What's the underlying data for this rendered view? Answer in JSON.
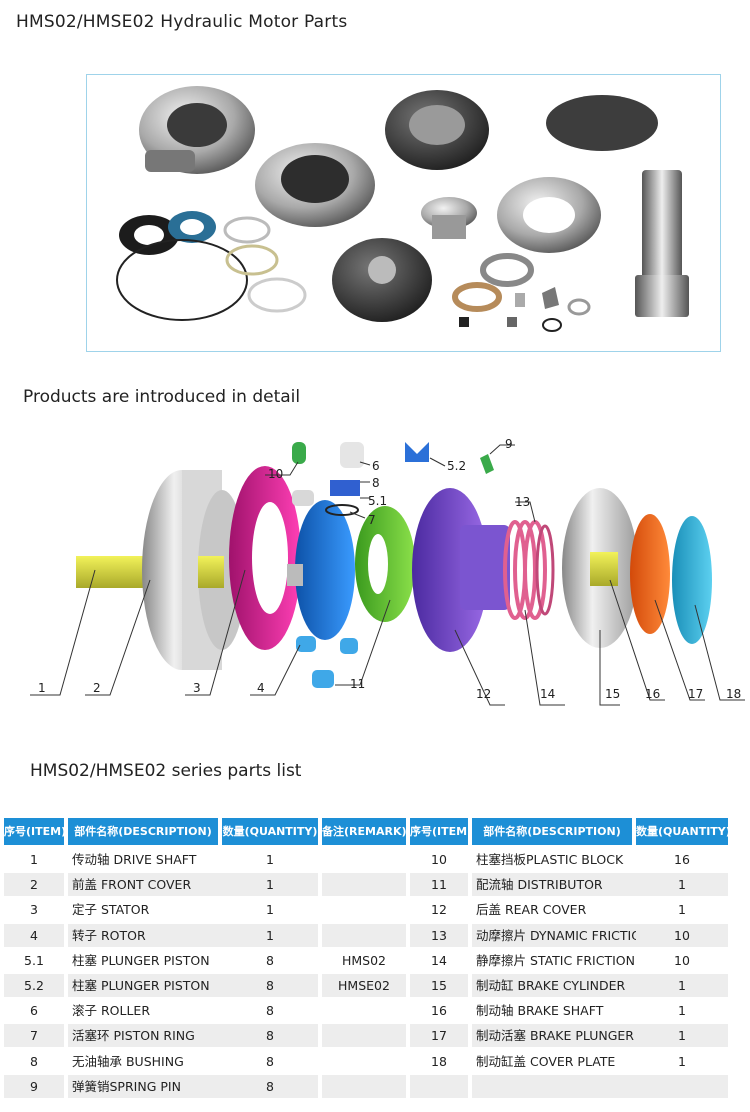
{
  "title": "HMS02/HMSE02 Hydraulic Motor Parts",
  "section_detail": "Products are introduced in detail",
  "section_list": "HMS02/HMSE02 series parts list",
  "diagram_labels": {
    "l1": "1",
    "l2": "2",
    "l3": "3",
    "l4": "4",
    "l5_1": "5.1",
    "l5_2": "5.2",
    "l6": "6",
    "l7": "7",
    "l8": "8",
    "l9": "9",
    "l10": "10",
    "l11": "11",
    "l12": "12",
    "l13": "13",
    "l14": "14",
    "l15": "15",
    "l16": "16",
    "l17": "17",
    "l18": "18"
  },
  "table": {
    "headers": [
      "序号(ITEM)",
      "部件名称(DESCRIPTION)",
      "数量(QUANTITY)",
      "备注(REMARK)",
      "序号(ITEM)",
      "部件名称(DESCRIPTION)",
      "数量(QUANTITY)"
    ],
    "left": [
      {
        "item": "1",
        "desc": "传动轴 DRIVE SHAFT",
        "qty": "1",
        "remark": ""
      },
      {
        "item": "2",
        "desc": "前盖 FRONT COVER",
        "qty": "1",
        "remark": ""
      },
      {
        "item": "3",
        "desc": "定子 STATOR",
        "qty": "1",
        "remark": ""
      },
      {
        "item": "4",
        "desc": "转子 ROTOR",
        "qty": "1",
        "remark": ""
      },
      {
        "item": "5.1",
        "desc": "柱塞 PLUNGER PISTON",
        "qty": "8",
        "remark": "HMS02"
      },
      {
        "item": "5.2",
        "desc": "柱塞 PLUNGER PISTON",
        "qty": "8",
        "remark": "HMSE02"
      },
      {
        "item": "6",
        "desc": "滚子 ROLLER",
        "qty": "8",
        "remark": ""
      },
      {
        "item": "7",
        "desc": "活塞环 PISTON RING",
        "qty": "8",
        "remark": ""
      },
      {
        "item": "8",
        "desc": "无油轴承 BUSHING",
        "qty": "8",
        "remark": ""
      },
      {
        "item": "9",
        "desc": "弹簧销SPRING PIN",
        "qty": "8",
        "remark": ""
      }
    ],
    "right": [
      {
        "item": "10",
        "desc": "柱塞挡板PLASTIC BLOCK",
        "qty": "16"
      },
      {
        "item": "11",
        "desc": "配流轴 DISTRIBUTOR",
        "qty": "1"
      },
      {
        "item": "12",
        "desc": "后盖 REAR COVER",
        "qty": "1"
      },
      {
        "item": "13",
        "desc": "动摩擦片 DYNAMIC FRICTION",
        "qty": "10"
      },
      {
        "item": "14",
        "desc": "静摩擦片 STATIC FRICTION",
        "qty": "10"
      },
      {
        "item": "15",
        "desc": "制动缸 BRAKE CYLINDER",
        "qty": "1"
      },
      {
        "item": "16",
        "desc": "制动轴 BRAKE SHAFT",
        "qty": "1"
      },
      {
        "item": "17",
        "desc": "制动活塞 BRAKE PLUNGER",
        "qty": "1"
      },
      {
        "item": "18",
        "desc": "制动缸盖 COVER PLATE",
        "qty": "1"
      },
      {
        "item": "",
        "desc": "",
        "qty": ""
      }
    ]
  }
}
